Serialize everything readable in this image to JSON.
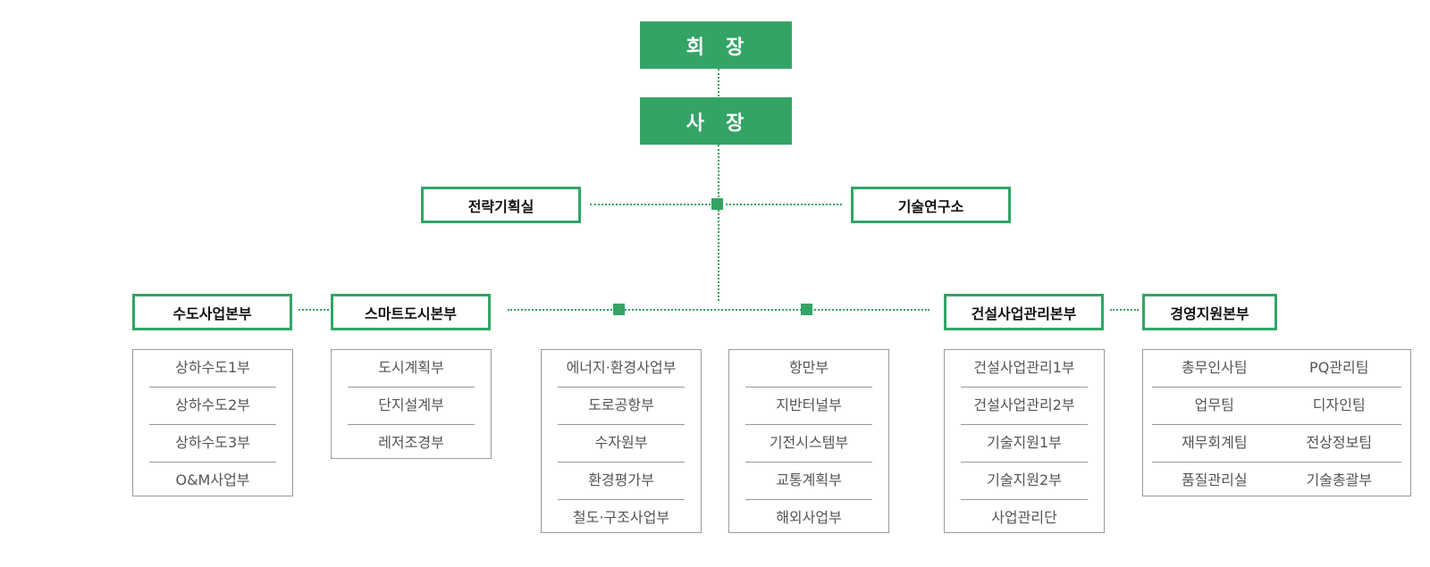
{
  "executives": {
    "chairman": [
      "회",
      "장"
    ],
    "president": [
      "사",
      "장"
    ]
  },
  "staff_units": {
    "left": "전략기획실",
    "right": "기술연구소"
  },
  "divisions": [
    {
      "name": "수도사업본부",
      "teams": [
        "상하수도1부",
        "상하수도2부",
        "상하수도3부",
        "O&M사업부"
      ]
    },
    {
      "name": "스마트도시본부",
      "teams": [
        "도시계획부",
        "단지설계부",
        "레저조경부"
      ]
    },
    {
      "name": "",
      "teams": [
        "에너지·환경사업부",
        "도로공항부",
        "수자원부",
        "환경평가부",
        "철도·구조사업부"
      ]
    },
    {
      "name": "",
      "teams": [
        "항만부",
        "지반터널부",
        "기전시스템부",
        "교통계획부",
        "해외사업부"
      ]
    },
    {
      "name": "건설사업관리본부",
      "teams": [
        "건설사업관리1부",
        "건설사업관리2부",
        "기술지원1부",
        "기술지원2부",
        "사업관리단"
      ]
    },
    {
      "name": "경영지원본부",
      "team_rows": [
        [
          "총무인사팀",
          "PQ관리팀"
        ],
        [
          "업무팀",
          "디자인팀"
        ],
        [
          "재무회계팀",
          "전상정보팀"
        ],
        [
          "품질관리실",
          "기술총괄부"
        ]
      ]
    }
  ]
}
